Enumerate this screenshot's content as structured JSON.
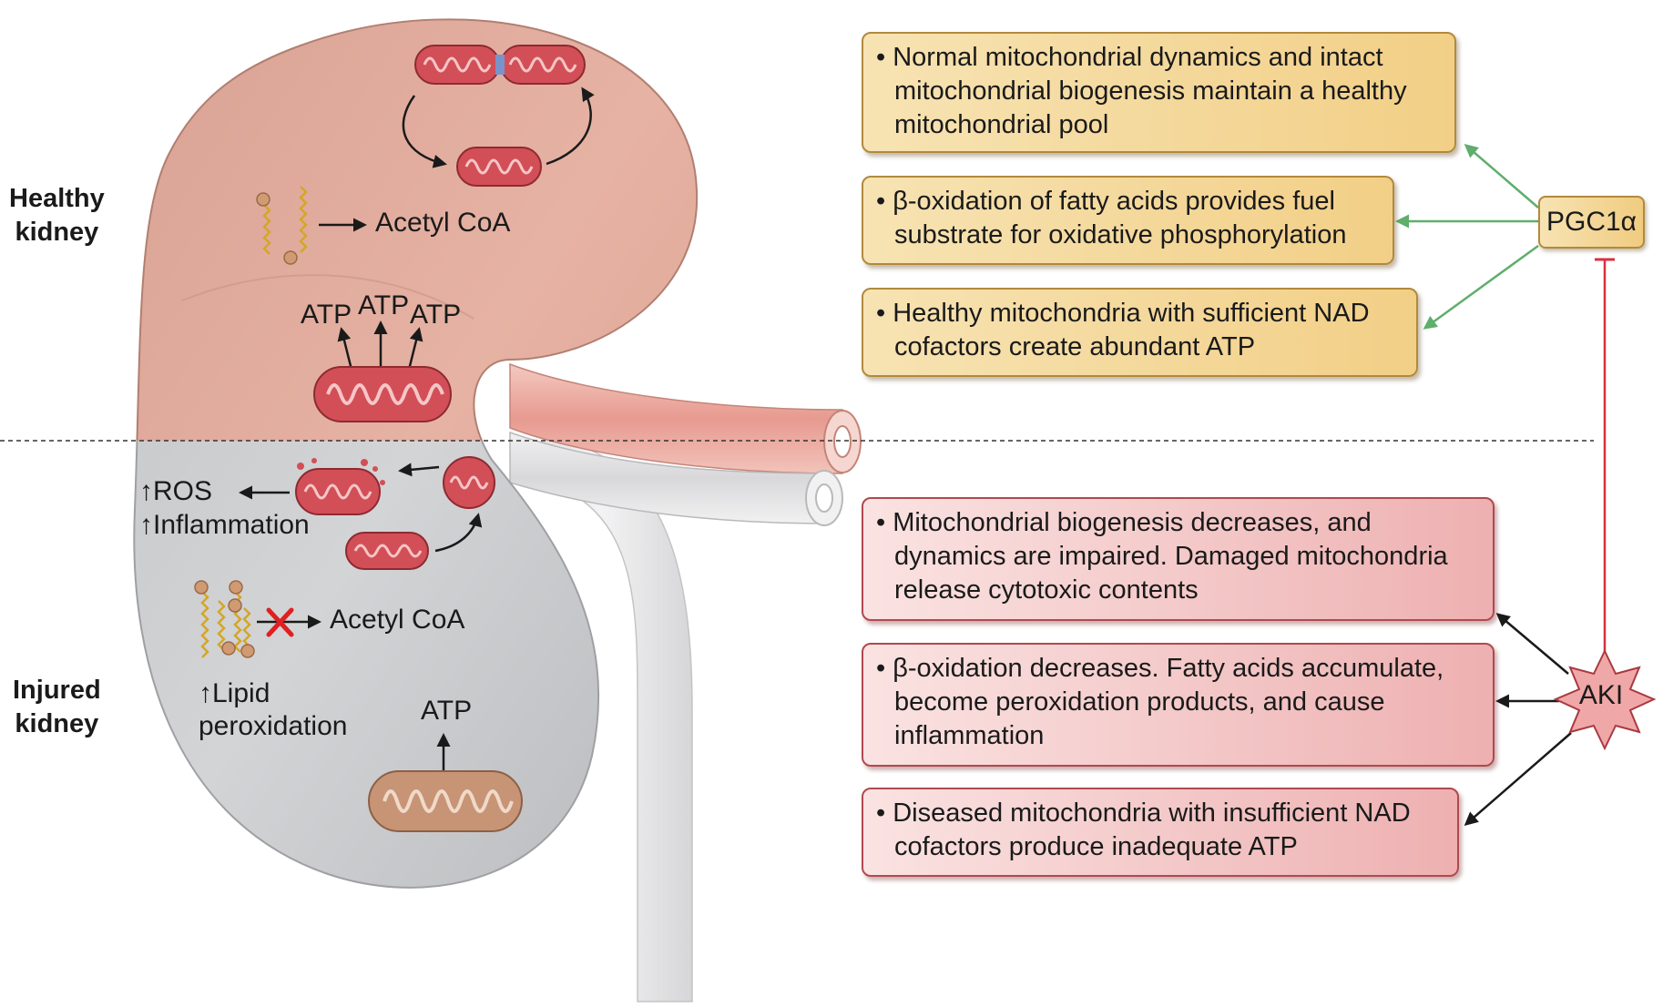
{
  "labels": {
    "healthy_kidney": [
      "Healthy",
      "kidney"
    ],
    "injured_kidney": [
      "Injured",
      "kidney"
    ],
    "acetyl_coa_healthy": "Acetyl CoA",
    "acetyl_coa_injured": "Acetyl CoA",
    "atp_1": "ATP",
    "atp_2": "ATP",
    "atp_3": "ATP",
    "atp_injured": "ATP",
    "ros": "ROS",
    "inflammation": "Inflammation",
    "lipid_peroxidation": [
      "Lipid",
      "peroxidation"
    ],
    "up_arrow": "↑"
  },
  "regulators": {
    "pgc1a": "PGC1α",
    "aki": "AKI"
  },
  "healthy_boxes": [
    {
      "lines": [
        "• Normal mitochondrial dynamics and intact",
        "mitochondrial biogenesis maintain a healthy",
        "mitochondrial pool"
      ]
    },
    {
      "lines": [
        "• β-oxidation of fatty acids provides fuel",
        "substrate for oxidative phosphorylation"
      ]
    },
    {
      "lines": [
        "• Healthy mitochondria with sufficient NAD",
        "cofactors create abundant ATP"
      ]
    }
  ],
  "injured_boxes": [
    {
      "lines": [
        "• Mitochondrial biogenesis decreases, and",
        "dynamics are impaired. Damaged mitochondria",
        "release cytotoxic contents"
      ]
    },
    {
      "lines": [
        "• β-oxidation decreases. Fatty acids accumulate,",
        "become peroxidation products, and cause",
        "inflammation"
      ]
    },
    {
      "lines": [
        "• Diseased mitochondria with insufficient NAD",
        "cofactors produce inadequate ATP"
      ]
    }
  ],
  "colors": {
    "healthy_kidney": "#e8b0a0",
    "injured_kidney": "#cfd0d2",
    "mitochondria_healthy": "#d24f58",
    "mitochondria_diseased": "#c89476",
    "activation_arrow": "#5fae6c",
    "inhibition_line": "#d93040",
    "healthy_box": "#f2cf86",
    "injured_box": "#eeb0b1"
  }
}
